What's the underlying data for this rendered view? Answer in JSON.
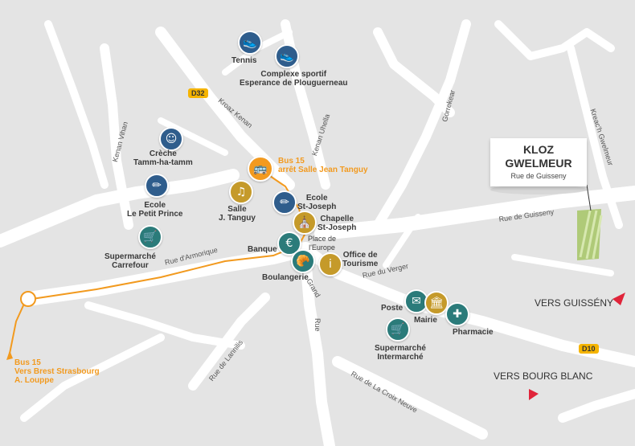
{
  "destination": {
    "name_line1": "KLOZ",
    "name_line2": "GWELMEUR",
    "address": "Rue de Guisseny"
  },
  "bus_stop": {
    "line1": "Bus 15",
    "line2": "arrêt Salle Jean Tanguy"
  },
  "bus_route": {
    "line1": "Bus 15",
    "line2": "Vers Brest Strasbourg",
    "line3": "A. Louppe"
  },
  "road_badges": {
    "d32": "D32",
    "d10": "D10"
  },
  "directions": {
    "guisseny": "VERS GUISSÉNY",
    "bourg_blanc": "VERS BOURG BLANC"
  },
  "streets": {
    "kroaz_kenan": "Kroaz Kenan",
    "kenan_vihan": "Kenan Vihan",
    "kenan_uhella": "Kenan Uhella",
    "gorrekear": "Gorrekear",
    "kreac_h_gwelmeur": "Kreac'h Gwelmeur",
    "rue_de_guisseny": "Rue de Guisseny",
    "rue_d_armorique": "Rue d'Armorique",
    "rue_du_verger": "Rue du Verger",
    "grand_rue_1": "Grand",
    "grand_rue_2": "Rue",
    "rue_de_lannilis": "Rue de Lannilis",
    "rue_de_la_croix_neuve": "Rue de La Croix Neuve"
  },
  "poi": {
    "tennis": "Tennis",
    "complexe_1": "Complexe sportif",
    "complexe_2": "Esperance de Plouguerneau",
    "creche_1": "Crèche",
    "creche_2": "Tamm-ha-tamm",
    "ecole_pp_1": "Ecole",
    "ecole_pp_2": "Le Petit Prince",
    "salle_1": "Salle",
    "salle_2": "J. Tanguy",
    "ecole_sj_1": "Ecole",
    "ecole_sj_2": "St-Joseph",
    "chapelle_1": "Chapelle",
    "chapelle_2": "St-Joseph",
    "supermarche_c_1": "Supermarché",
    "supermarche_c_2": "Carrefour",
    "banque": "Banque",
    "place_1": "Place de",
    "place_2": "l'Europe",
    "office_1": "Office de",
    "office_2": "Tourisme",
    "boulangerie": "Boulangerie",
    "poste": "Poste",
    "mairie": "Mairie",
    "pharmacie": "Pharmacie",
    "supermarche_i_1": "Supermarché",
    "supermarche_i_2": "Intermarché"
  },
  "colors": {
    "route": "#f29a1f",
    "blue_poi": "#2f5d8c",
    "teal_poi": "#2b7b7a",
    "gold_poi": "#c59a2a",
    "arrow": "#e0243a"
  }
}
